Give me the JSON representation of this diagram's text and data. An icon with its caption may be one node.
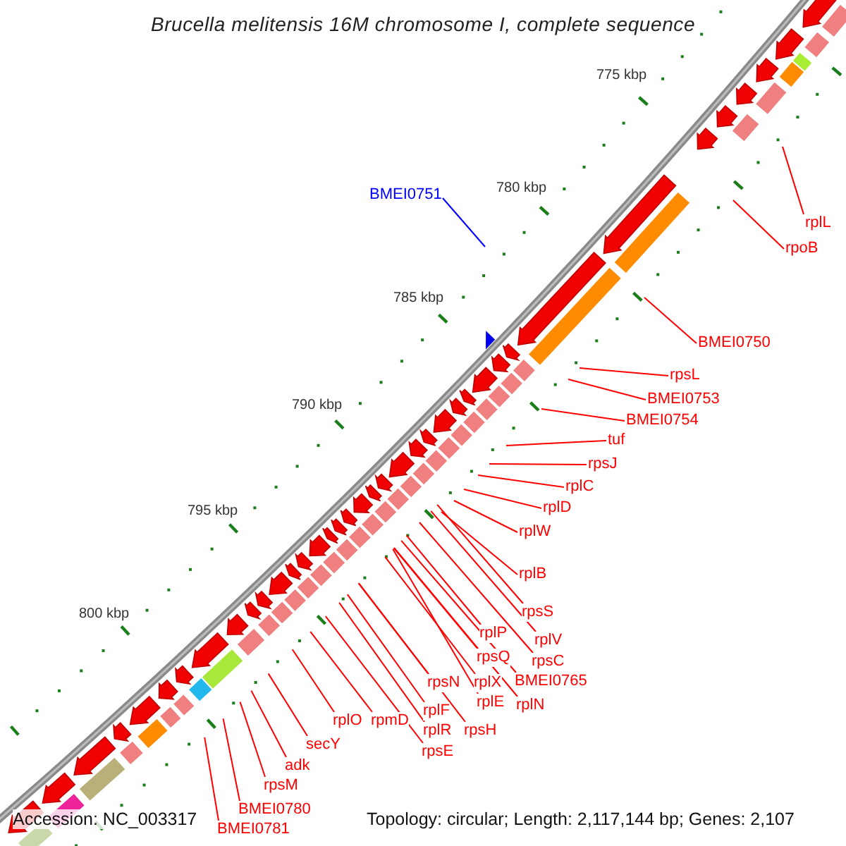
{
  "diagram": {
    "title": "Brucella melitensis 16M chromosome I, complete sequence",
    "nodes": [
      {
        "text": [
          "rplL"
        ]
      },
      {
        "text": [
          "rpoB"
        ]
      },
      {
        "text": [
          "BMEI0751"
        ]
      },
      {
        "text": [
          "BMEI0750"
        ]
      },
      {
        "text": [
          "rpsL"
        ]
      },
      {
        "text": [
          "BMEI0753"
        ]
      },
      {
        "text": [
          "BMEI0754"
        ]
      },
      {
        "text": [
          "tuf"
        ]
      },
      {
        "text": [
          "rpsJ"
        ]
      },
      {
        "text": [
          "rplC"
        ]
      },
      {
        "text": [
          "rplD"
        ]
      },
      {
        "text": [
          "rplW"
        ]
      },
      {
        "text": [
          "rplB"
        ]
      },
      {
        "text": [
          "rpsS"
        ]
      },
      {
        "text": [
          "rplP"
        ]
      },
      {
        "text": [
          "rplV"
        ]
      },
      {
        "text": [
          "rpsQ"
        ]
      },
      {
        "text": [
          "rpsC"
        ]
      },
      {
        "text": [
          "rpsN"
        ]
      },
      {
        "text": [
          "rplX"
        ]
      },
      {
        "text": [
          "BMEI0765"
        ]
      },
      {
        "text": [
          "rplE"
        ]
      },
      {
        "text": [
          "rplN"
        ]
      },
      {
        "text": [
          "rplF"
        ]
      },
      {
        "text": [
          "rplO"
        ]
      },
      {
        "text": [
          "rpmD"
        ]
      },
      {
        "text": [
          "rplR"
        ]
      },
      {
        "text": [
          "rpsH"
        ]
      },
      {
        "text": [
          "secY"
        ]
      },
      {
        "text": [
          "rpsE"
        ]
      },
      {
        "text": [
          "adk"
        ]
      },
      {
        "text": [
          "rpsM"
        ]
      },
      {
        "text": [
          "BMEI0780"
        ]
      },
      {
        "text": [
          "BMEI0781"
        ]
      }
    ],
    "edges": [
      {
        "from": 0,
        "to": null,
        "arrow": "none"
      },
      {
        "from": 1,
        "to": null,
        "arrow": "none"
      },
      {
        "from": 2,
        "to": null,
        "arrow": "none",
        "color": "#0000ff"
      },
      {
        "from": 3,
        "to": null,
        "arrow": "none"
      },
      {
        "from": 4,
        "to": null,
        "arrow": "none"
      },
      {
        "from": 5,
        "to": null,
        "arrow": "none"
      },
      {
        "from": 6,
        "to": null,
        "arrow": "none"
      },
      {
        "from": 7,
        "to": null,
        "arrow": "none"
      },
      {
        "from": 8,
        "to": null,
        "arrow": "none"
      },
      {
        "from": 9,
        "to": null,
        "arrow": "none"
      },
      {
        "from": 10,
        "to": null,
        "arrow": "none"
      },
      {
        "from": 11,
        "to": null,
        "arrow": "none"
      },
      {
        "from": 12,
        "to": null,
        "arrow": "none"
      },
      {
        "from": 13,
        "to": null,
        "arrow": "none"
      },
      {
        "from": 14,
        "to": null,
        "arrow": "none"
      },
      {
        "from": 15,
        "to": null,
        "arrow": "none"
      },
      {
        "from": 16,
        "to": null,
        "arrow": "none"
      },
      {
        "from": 17,
        "to": null,
        "arrow": "none"
      },
      {
        "from": 18,
        "to": null,
        "arrow": "none"
      },
      {
        "from": 19,
        "to": null,
        "arrow": "none"
      },
      {
        "from": 20,
        "to": null,
        "arrow": "none"
      },
      {
        "from": 21,
        "to": null,
        "arrow": "none"
      },
      {
        "from": 22,
        "to": null,
        "arrow": "none"
      },
      {
        "from": 23,
        "to": null,
        "arrow": "none"
      },
      {
        "from": 24,
        "to": null,
        "arrow": "none"
      },
      {
        "from": 25,
        "to": null,
        "arrow": "none"
      },
      {
        "from": 26,
        "to": null,
        "arrow": "none"
      },
      {
        "from": 27,
        "to": null,
        "arrow": "none"
      },
      {
        "from": 28,
        "to": null,
        "arrow": "none"
      },
      {
        "from": 29,
        "to": null,
        "arrow": "none"
      },
      {
        "from": 30,
        "to": null,
        "arrow": "none"
      },
      {
        "from": 31,
        "to": null,
        "arrow": "none"
      },
      {
        "from": 32,
        "to": null,
        "arrow": "none"
      },
      {
        "from": 33,
        "to": null,
        "arrow": "none"
      }
    ],
    "labels": [
      "775 kbp",
      "780 kbp",
      "785 kbp",
      "790 kbp",
      "795 kbp",
      "800 kbp",
      "Accession: NC_003317",
      "Topology: circular; Length: 2,117,144 bp; Genes: 2,107"
    ]
  }
}
